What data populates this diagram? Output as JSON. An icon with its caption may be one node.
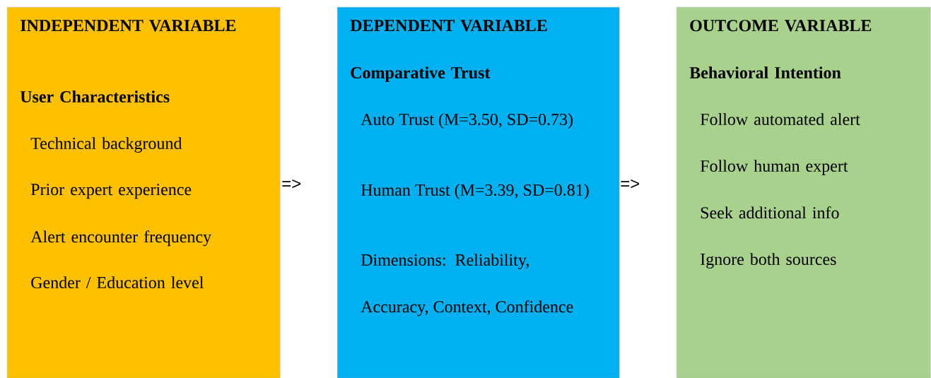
{
  "diagram": {
    "nodes": [
      {
        "text": [
          "INDEPENDENT VARIABLE",
          "User Characteristics",
          "Technical background",
          "Prior expert experience",
          "Alert encounter frequency",
          "Gender / Education level"
        ]
      },
      {
        "text": [
          "DEPENDENT VARIABLE",
          "Comparative Trust",
          "Auto Trust (M=3.50, SD=0.73)",
          "Human Trust (M=3.39, SD=0.81)",
          "Dimensions: Reliability,",
          "Accuracy, Context, Confidence"
        ]
      },
      {
        "text": [
          "OUTCOME VARIABLE",
          "Behavioral Intention",
          "Follow automated alert",
          "Follow human expert",
          "Seek additional info",
          "Ignore both sources"
        ]
      }
    ],
    "labels": [
      "=>",
      "=>"
    ]
  }
}
